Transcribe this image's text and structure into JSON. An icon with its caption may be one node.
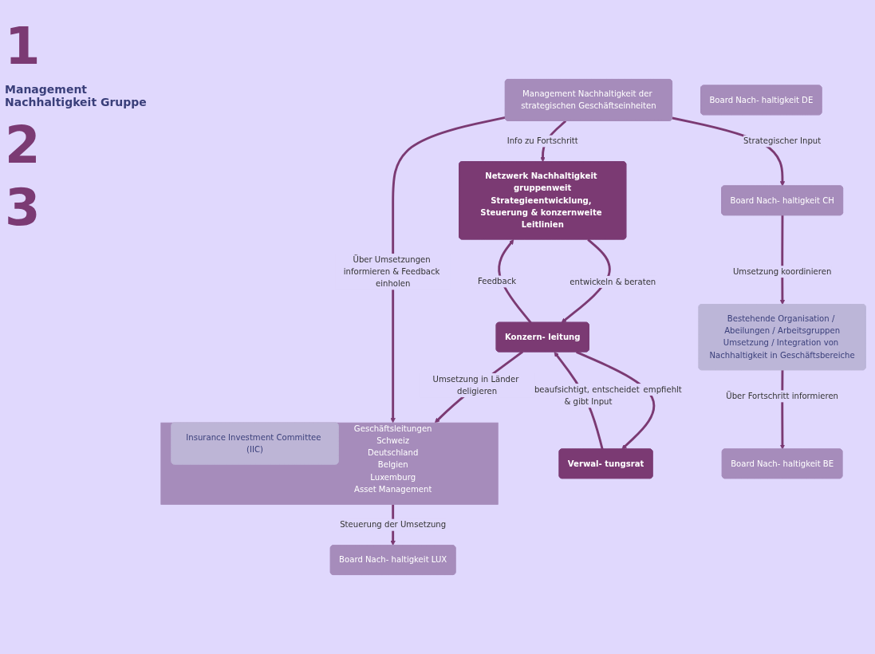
{
  "diagram": {
    "nodes": [
      {
        "text": [
          "Netzwerk Nachhaltigkeit gruppenweit",
          "Strategieentwicklung, Steuerung & konzernweite Leitlinien"
        ]
      },
      {
        "text": [
          "Konzern- leitung"
        ]
      },
      {
        "text": [
          "Verwal- tungsrat"
        ]
      },
      {
        "text": [
          "Management Nachhaltigkeit der strategischen Geschäftseinheiten"
        ]
      },
      {
        "text": [
          "Geschäftsleitungen",
          "Schweiz",
          "Deutschland",
          "Belgien",
          "Luxemburg",
          "Asset Management"
        ]
      },
      {
        "text": [
          "Insurance Investment Committee (IIC)"
        ],
        "in": 4
      },
      {
        "text": [
          "Board Nach- haltigkeit DE"
        ]
      },
      {
        "text": [
          "Board Nach- haltigkeit CH"
        ]
      },
      {
        "text": [
          "Board Nach- haltigkeit BE"
        ]
      },
      {
        "text": [
          "Board Nach- haltigkeit LUX"
        ]
      },
      {
        "text": [
          "Bestehende Organisation / Abeilungen / Arbeitsgruppen",
          "Umsetzung / Integration von Nachhaltigkeit in Geschäftsbereiche"
        ]
      }
    ],
    "edges": [
      {
        "from": 0,
        "to": 1,
        "arrow": "to",
        "label": "entwickeln & beraten"
      },
      {
        "from": 1,
        "to": 0,
        "arrow": "to",
        "label": "Feedback"
      },
      {
        "from": 2,
        "to": 1,
        "arrow": "to",
        "label": "beaufsichtigt, entscheidet & gibt Input"
      },
      {
        "from": 1,
        "to": 2,
        "arrow": "to",
        "label": "empfiehlt"
      },
      {
        "from": 1,
        "to": 4,
        "arrow": "to",
        "label": "Umsetzung in Länder deligieren"
      },
      {
        "from": 3,
        "to": 0,
        "arrow": "to",
        "label": "Info zu Fortschritt"
      },
      {
        "from": 3,
        "to": 4,
        "arrow": "to",
        "label": "Über Umsetzungen informieren & Feedback einholen"
      },
      {
        "from": 3,
        "to": 7,
        "arrow": "to",
        "label": "Strategischer Input"
      },
      {
        "from": 4,
        "to": 9,
        "arrow": "to",
        "label": "Steuerung der Umsetzung"
      },
      {
        "from": 7,
        "to": 10,
        "arrow": "to",
        "label": "Umsetzung koordinieren"
      },
      {
        "from": 10,
        "to": 8,
        "arrow": "to",
        "label": "Über Fortschritt informieren"
      }
    ],
    "labels": [
      "1",
      "Management Nachhaltigkeit Gruppe",
      "2",
      "3"
    ]
  }
}
